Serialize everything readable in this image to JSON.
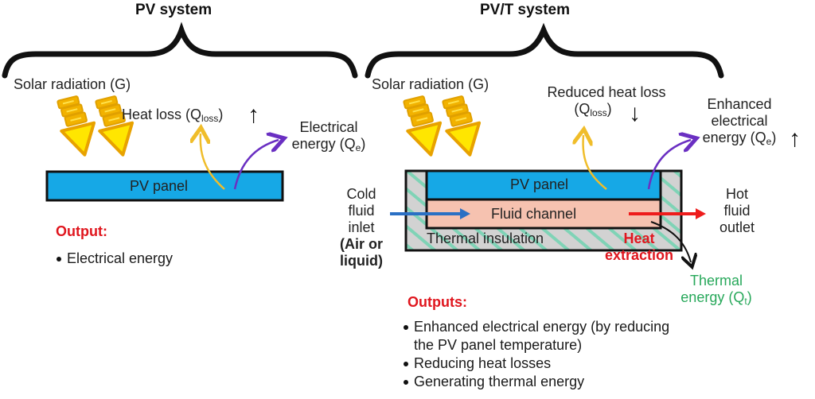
{
  "colors": {
    "pv_panel": "#16a8e6",
    "fluid_channel": "#f6c2b0",
    "insulation": "#d2d2d2",
    "hatch": "#7fd3b6",
    "sun_arrow_fill": "#ffe600",
    "sun_arrow_stroke": "#e8a200",
    "heat_loss_arrow": "#f0bd2a",
    "electric_arrow": "#6a2fc2",
    "cold_inlet_arrow": "#2a70c4",
    "hot_outlet_arrow": "#ee1c1c",
    "output_heading": "#e0161e",
    "thermal_text": "#27a85a"
  },
  "pv": {
    "title": "PV system",
    "solar_label": "Solar radiation (G)",
    "heat_loss_label": "Heat loss (Q",
    "heat_loss_sub": "loss",
    "heat_loss_close": ")",
    "heat_loss_trend": "↑",
    "electrical_line1": "Electrical",
    "electrical_line2": "energy (Q",
    "electrical_sub": "e",
    "electrical_close": ")",
    "panel_label": "PV panel",
    "output_heading": "Output:",
    "outputs": [
      "Electrical energy"
    ]
  },
  "pvt": {
    "title": "PV/T system",
    "solar_label": "Solar radiation (G)",
    "reduced_line1": "Reduced heat loss",
    "reduced_line2": "(Q",
    "reduced_sub": "loss",
    "reduced_close": ")",
    "reduced_trend": "↓",
    "enhanced_line1": "Enhanced",
    "enhanced_line2": "electrical",
    "enhanced_line3": "energy (Q",
    "enhanced_sub": "e",
    "enhanced_close": ")",
    "enhanced_trend": "↑",
    "panel_label": "PV panel",
    "channel_label": "Fluid channel",
    "insulation_label": "Thermal insulation",
    "heat_extraction_line1": "Heat",
    "heat_extraction_line2": "extraction",
    "cold_inlet": [
      "Cold",
      "fluid",
      "inlet"
    ],
    "inlet_type": [
      "(Air or",
      "liquid)"
    ],
    "hot_outlet": [
      "Hot",
      "fluid",
      "outlet"
    ],
    "thermal_line1": "Thermal",
    "thermal_line2": "energy (Q",
    "thermal_sub": "t",
    "thermal_close": ")",
    "output_heading": "Outputs:",
    "outputs": [
      "Enhanced electrical energy (by reducing",
      "the PV panel temperature)",
      "Reducing heat losses",
      "Generating thermal energy"
    ]
  }
}
